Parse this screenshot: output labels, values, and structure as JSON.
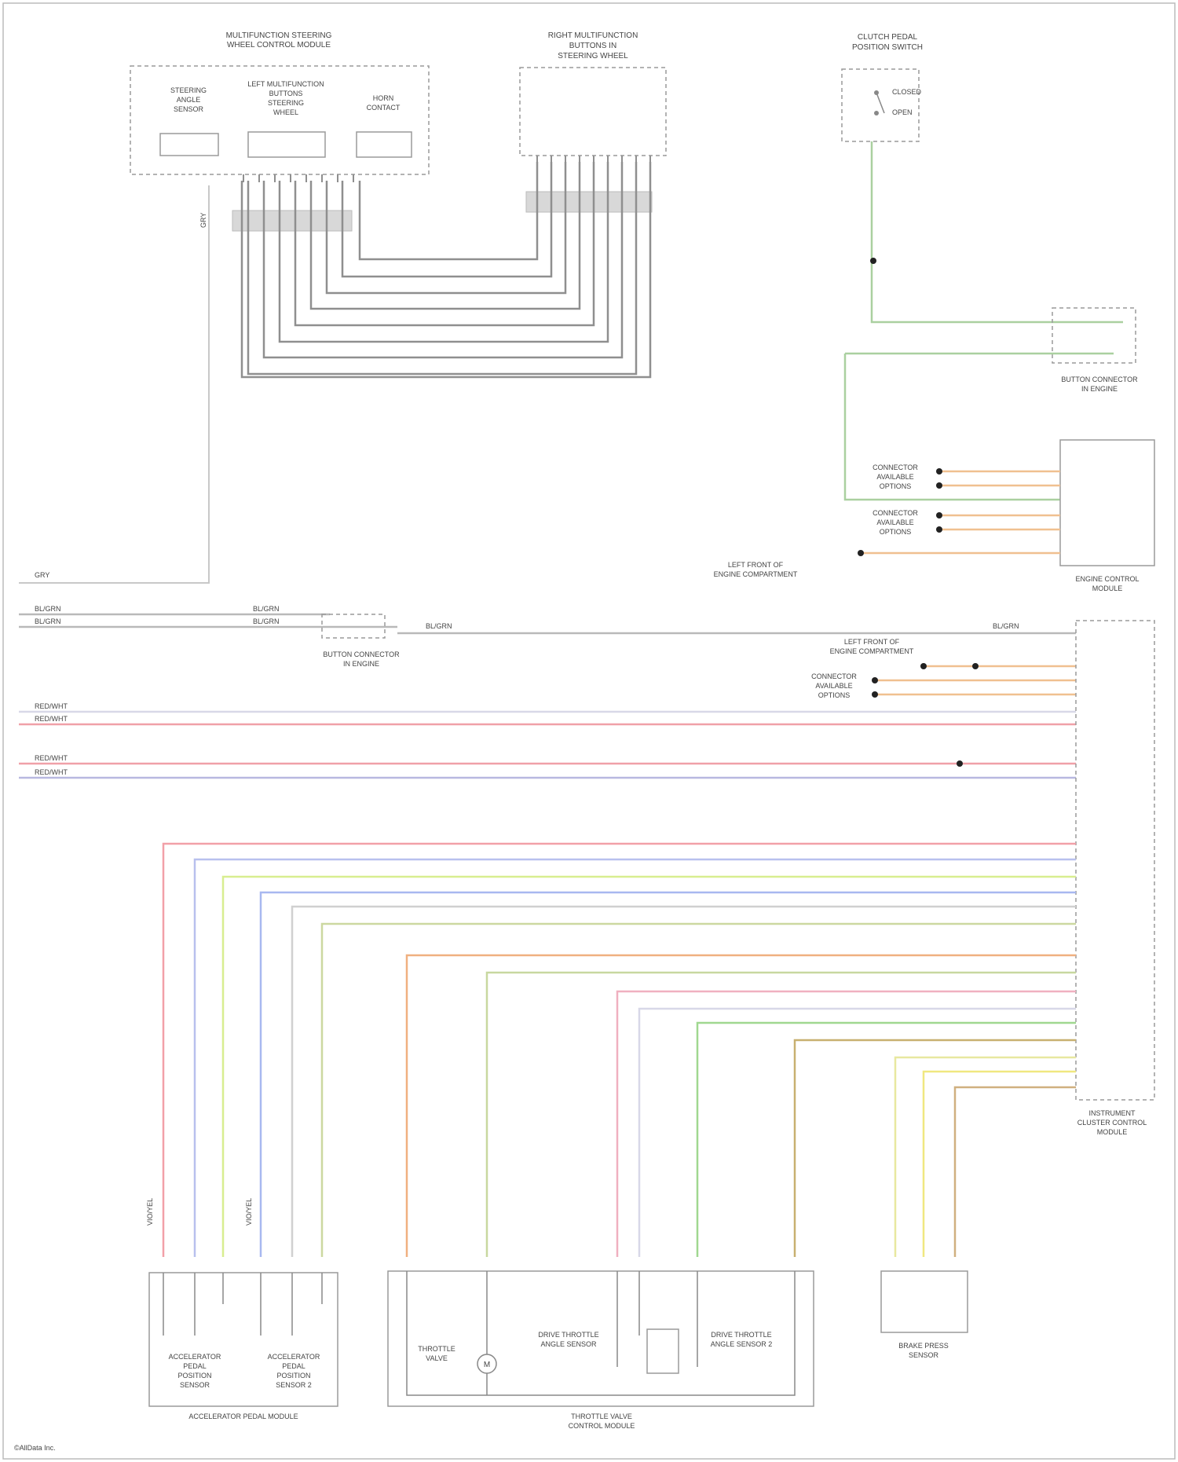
{
  "diagram": {
    "footer": "©AllData Inc.",
    "top_left_module": {
      "title": [
        "MULTIFUNCTION STEERING",
        "WHEEL CONTROL MODULE"
      ],
      "left": [
        "STEERING",
        "ANGLE",
        "SENSOR"
      ],
      "mid": [
        "LEFT MULTIFUNCTION",
        "BUTTONS",
        "STEERING",
        "WHEEL"
      ],
      "right": [
        "HORN",
        "CONTACT"
      ]
    },
    "top_mid_module": {
      "title": [
        "RIGHT MULTIFUNCTION",
        "BUTTONS IN",
        "STEERING WHEEL"
      ]
    },
    "top_right_switch": {
      "title": [
        "CLUTCH PEDAL",
        "POSITION SWITCH"
      ],
      "labels": [
        "CLOSED",
        "OPEN"
      ]
    },
    "wires": {
      "gry_top": "GRY",
      "gry_left": "GRY",
      "bl_gn_1": "BL/GRN",
      "bl_gn_2": "BL/GRN",
      "bl_gn_3": "BL/GRN",
      "bl_gn_4": "BL/GRN",
      "bl_gn_5": "BL/GRN",
      "bl_gn_6": "BL/GRN",
      "red_row1": "RED/WHT",
      "red_row2": "RED/WHT",
      "red_row3": "RED/WHT",
      "red_row4": "RED/WHT",
      "vio_1": "VIO/YEL",
      "vio_2": "VIO/YEL"
    },
    "right_upper_module": {
      "title": [
        "ENGINE CONTROL",
        "MODULE"
      ],
      "conn1": [
        "CONNECTOR",
        "AVAILABLE",
        "OPTIONS"
      ],
      "conn2": [
        "CONNECTOR",
        "AVAILABLE",
        "OPTIONS"
      ],
      "ground": [
        "LEFT FRONT OF",
        "ENGINE COMPARTMENT"
      ]
    },
    "mid_connector": {
      "title": [
        "BUTTON CONNECTOR",
        "IN ENGINE"
      ]
    },
    "right_big_module": {
      "title": [
        "INSTRUMENT",
        "CLUSTER CONTROL",
        "MODULE"
      ],
      "ground": [
        "LEFT FRONT OF",
        "ENGINE COMPARTMENT"
      ],
      "conn": [
        "CONNECTOR",
        "AVAILABLE",
        "OPTIONS"
      ]
    },
    "upper_right_connector": {
      "title": [
        "BUTTON CONNECTOR",
        "IN ENGINE"
      ]
    },
    "bottom_left_module": {
      "title": [
        "ACCELERATOR PEDAL MODULE"
      ],
      "s1": [
        "ACCELERATOR",
        "PEDAL",
        "POSITION",
        "SENSOR"
      ],
      "s2": [
        "ACCELERATOR",
        "PEDAL",
        "POSITION",
        "SENSOR 2"
      ]
    },
    "bottom_mid_module": {
      "title": [
        "THROTTLE VALVE",
        "CONTROL MODULE"
      ],
      "motor": [
        "THROTTLE",
        "VALVE"
      ],
      "s1": [
        "DRIVE THROTTLE",
        "ANGLE SENSOR"
      ],
      "s2": [
        "DRIVE THROTTLE",
        "ANGLE SENSOR 2"
      ]
    },
    "bottom_right_module": {
      "title": [
        "BRAKE PRESS",
        "SENSOR"
      ]
    }
  }
}
